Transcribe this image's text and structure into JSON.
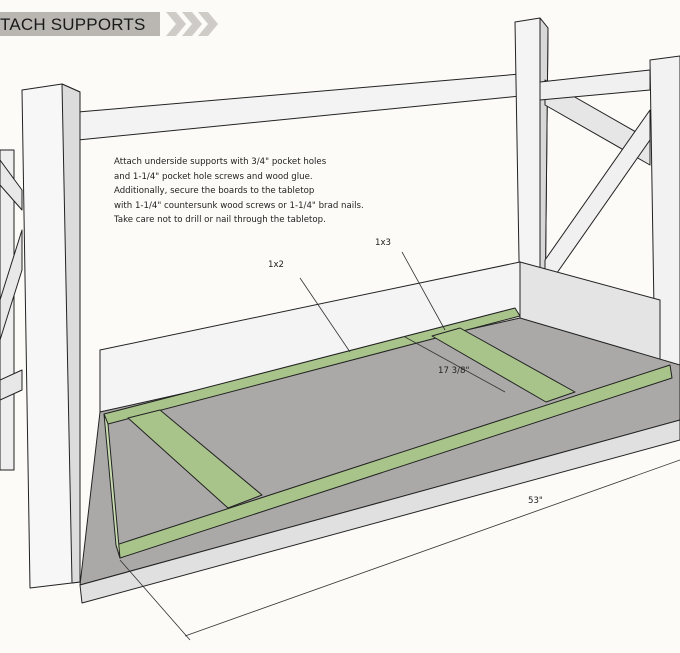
{
  "header": {
    "title": "TACH SUPPORTS",
    "chevron_icon": "chevrons-right"
  },
  "instructions": {
    "lines": [
      "Attach underside supports with 3/4\" pocket holes",
      "and 1-1/4\" pocket hole screws and wood glue.",
      "Additionally, secure the boards to the tabletop",
      "with 1-1/4\" countersunk wood screws or 1-1/4\" brad nails.",
      "Take care not to drill or nail through the tabletop."
    ]
  },
  "labels": {
    "board_1x2": "1x2",
    "board_1x3": "1x3",
    "spacing": "17 3/8\"",
    "length": "53\""
  },
  "colors": {
    "board_green": "#a9c48a",
    "tabletop": "#aaa9a8",
    "wood_white": "#f2f2f2",
    "banner": "#bab7b2"
  }
}
